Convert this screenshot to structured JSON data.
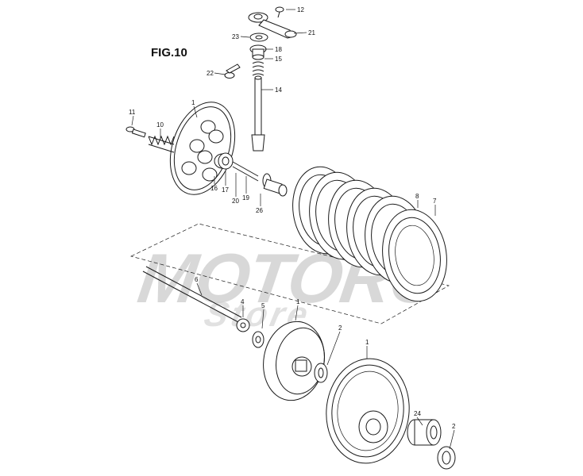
{
  "figure": {
    "title": "FIG.10"
  },
  "watermark": {
    "line1": "MOTORC",
    "line2": "Store"
  },
  "callouts": {
    "p1a": "1",
    "p1b": "1",
    "p1c": "1",
    "p2a": "2",
    "p2b": "2",
    "p5": "5",
    "p6": "6",
    "p7": "7",
    "p8": "8",
    "p10": "10",
    "p11": "11",
    "p12": "12",
    "p14": "14",
    "p15": "15",
    "p16": "16",
    "p17": "17",
    "p18": "18",
    "p19": "19",
    "p20": "20",
    "p21": "21",
    "p22": "22",
    "p23": "23",
    "p24": "24",
    "p26": "26",
    "p4": "4"
  },
  "colors": {
    "line": "#1a1a1a",
    "watermark": "#b9b9b9"
  }
}
